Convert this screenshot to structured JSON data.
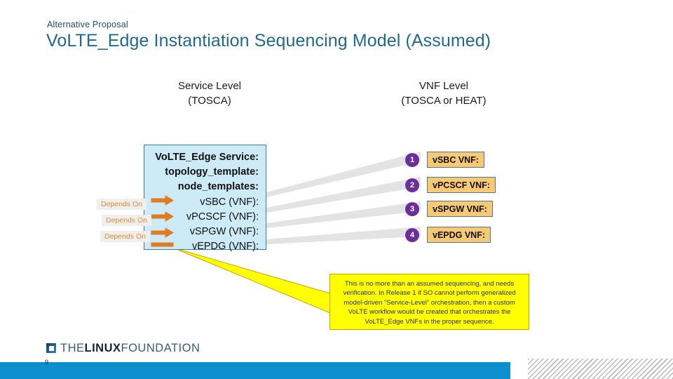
{
  "header": {
    "eyebrow": "Alternative Proposal",
    "title": "VoLTE_Edge Instantiation Sequencing Model (Assumed)"
  },
  "columns": {
    "service": {
      "line1": "Service Level",
      "line2": "(TOSCA)"
    },
    "vnf": {
      "line1": "VNF Level",
      "line2": "(TOSCA or HEAT)"
    }
  },
  "service_box": {
    "lines": [
      "VoLTE_Edge Service:",
      "topology_template:",
      "node_templates:",
      "vSBC (VNF):",
      "vPCSCF (VNF):",
      "vSPGW (VNF):",
      "vEPDG (VNF):"
    ],
    "fill_color": "#cdeaf7",
    "border_color": "#3f7e91"
  },
  "depends_on": {
    "labels": [
      "Depends On",
      "Depends On",
      "Depends On"
    ],
    "text_color": "#e08a2e",
    "arrow_color": "#e07b20"
  },
  "vnf_rows": [
    {
      "number": "1",
      "label": "vSBC VNF:"
    },
    {
      "number": "2",
      "label": "vPCSCF VNF:"
    },
    {
      "number": "3",
      "label": "vSPGW VNF:"
    },
    {
      "number": "4",
      "label": "vEPDG VNF:"
    }
  ],
  "vnf_style": {
    "bullet_color": "#6c2f99",
    "box_fill": "#f8c975",
    "box_border": "#4b7c8a"
  },
  "callout": {
    "lines": [
      "This is no more than an assumed sequencing, and needs",
      "verification.  In Release 1 if SO cannot perform generalized",
      "model-driven \"Service-Level\" orchestration, then a custom",
      "VoLTE workflow would be created that orchestrates the",
      "VoLTE_Edge VNFs in the proper sequence."
    ],
    "fill_color": "#ffff00",
    "text_color": "#2b2b5a"
  },
  "footer": {
    "page_number": "9",
    "logo": {
      "part1": "THE",
      "part2": "LINUX",
      "part3": "FOUNDATION"
    },
    "bar_color": "#0b8fce"
  }
}
